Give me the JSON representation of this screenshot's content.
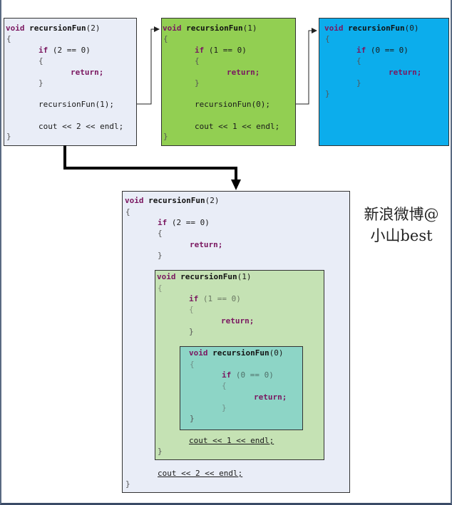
{
  "colors": {
    "box1": "#e9edf7",
    "box2": "#92cf52",
    "box3": "#0cadec",
    "outer": "#e9edf7",
    "middle": "#c5e2b4",
    "inner": "#8dd5c6",
    "keyword": "#7a1760"
  },
  "code": {
    "kw_void": "void",
    "kw_if": "if",
    "kw_return": "return;",
    "fn_name": "recursionFun",
    "brace_open": "{",
    "brace_close": "}"
  },
  "top": {
    "box1": {
      "arg": "(2)",
      "cond": "(2 == 0)",
      "call": "recursionFun(1);",
      "cout": "cout << 2 << endl;"
    },
    "box2": {
      "arg": "(1)",
      "cond": "(1 == 0)",
      "call": "recursionFun(0);",
      "cout": "cout << 1 << endl;"
    },
    "box3": {
      "arg": "(0)",
      "cond": "(0 == 0)"
    }
  },
  "bottom": {
    "outer": {
      "arg": "(2)",
      "cond": "(2 == 0)",
      "cout": "cout << 2 << endl;"
    },
    "middle": {
      "arg": "(1)",
      "cond": "(1 == 0)",
      "cout": "cout << 1 << endl;"
    },
    "inner": {
      "arg": "(0)",
      "cond": "(0 == 0)"
    }
  },
  "watermark": {
    "line1": "新浪微博@",
    "line2": "小山best"
  }
}
